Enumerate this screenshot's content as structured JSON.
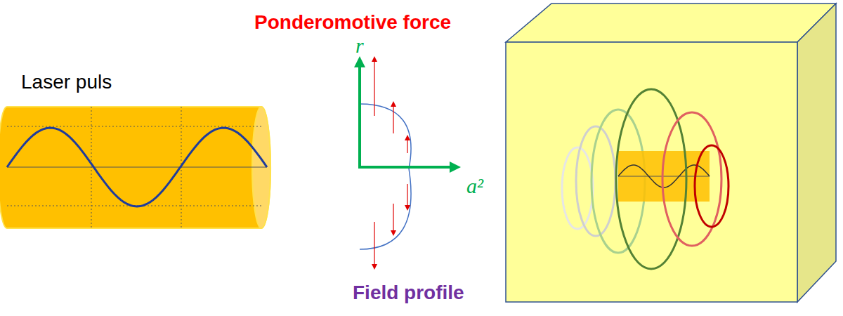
{
  "diagram": {
    "labels": [
      "Ponderomotive force",
      "Laser puls",
      "r",
      "a²",
      "Field profile"
    ]
  }
}
